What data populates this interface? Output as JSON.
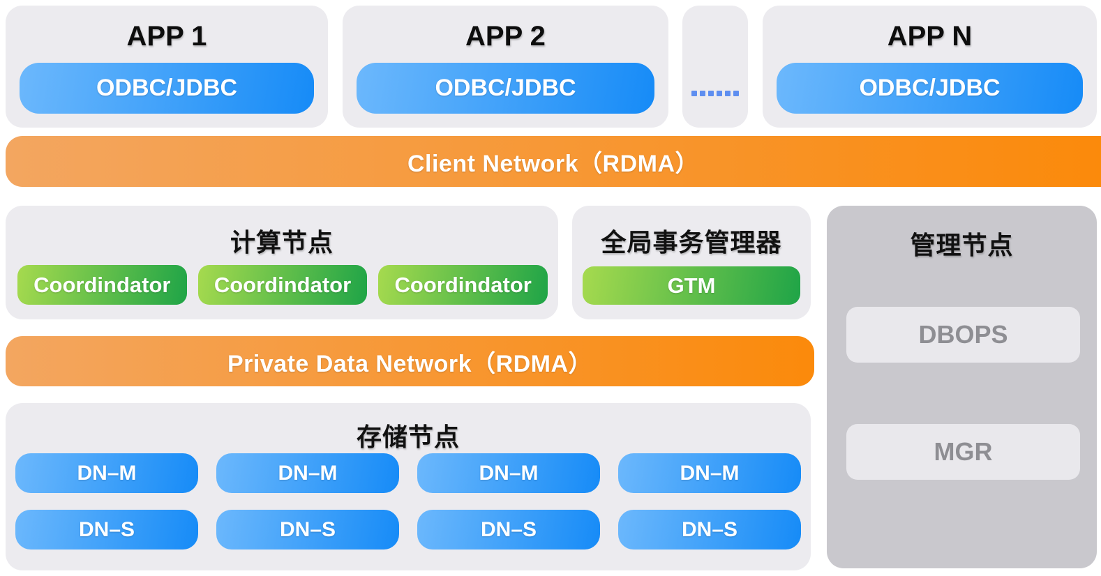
{
  "colors": {
    "page_bg": "#FFFFFF",
    "light_panel_bg": "#ECEBEF",
    "management_panel_bg": "#C9C8CD",
    "gray_button_bg": "#E9E8EC",
    "gray_button_text": "#8E8E93",
    "blue_gradient_start": "#6CB8FC",
    "blue_gradient_end": "#168BF7",
    "orange_gradient_start": "#F3A660",
    "orange_gradient_end": "#FB8A0B",
    "green_gradient_start": "#A6DA4E",
    "green_gradient_end": "#1FA447",
    "title_text": "#111111",
    "ellipsis_dots": "#5E8EF0"
  },
  "apps": [
    {
      "title": "APP 1",
      "driver": "ODBC/JDBC"
    },
    {
      "title": "APP 2",
      "driver": "ODBC/JDBC"
    },
    {
      "title": "APP N",
      "driver": "ODBC/JDBC"
    }
  ],
  "ellipsis": "······",
  "client_network": {
    "label": "Client Network（RDMA）"
  },
  "compute": {
    "title": "计算节点",
    "nodes": [
      "Coordindator",
      "Coordindator",
      "Coordindator"
    ]
  },
  "gtm": {
    "title": "全局事务管理器",
    "node": "GTM"
  },
  "management": {
    "title": "管理节点",
    "nodes": [
      "DBOPS",
      "MGR"
    ]
  },
  "private_network": {
    "label": "Private Data Network（RDMA）"
  },
  "storage": {
    "title": "存储节点",
    "columns": [
      {
        "master": "DN–M",
        "standby": "DN–S"
      },
      {
        "master": "DN–M",
        "standby": "DN–S"
      },
      {
        "master": "DN–M",
        "standby": "DN–S"
      },
      {
        "master": "DN–M",
        "standby": "DN–S"
      }
    ]
  }
}
